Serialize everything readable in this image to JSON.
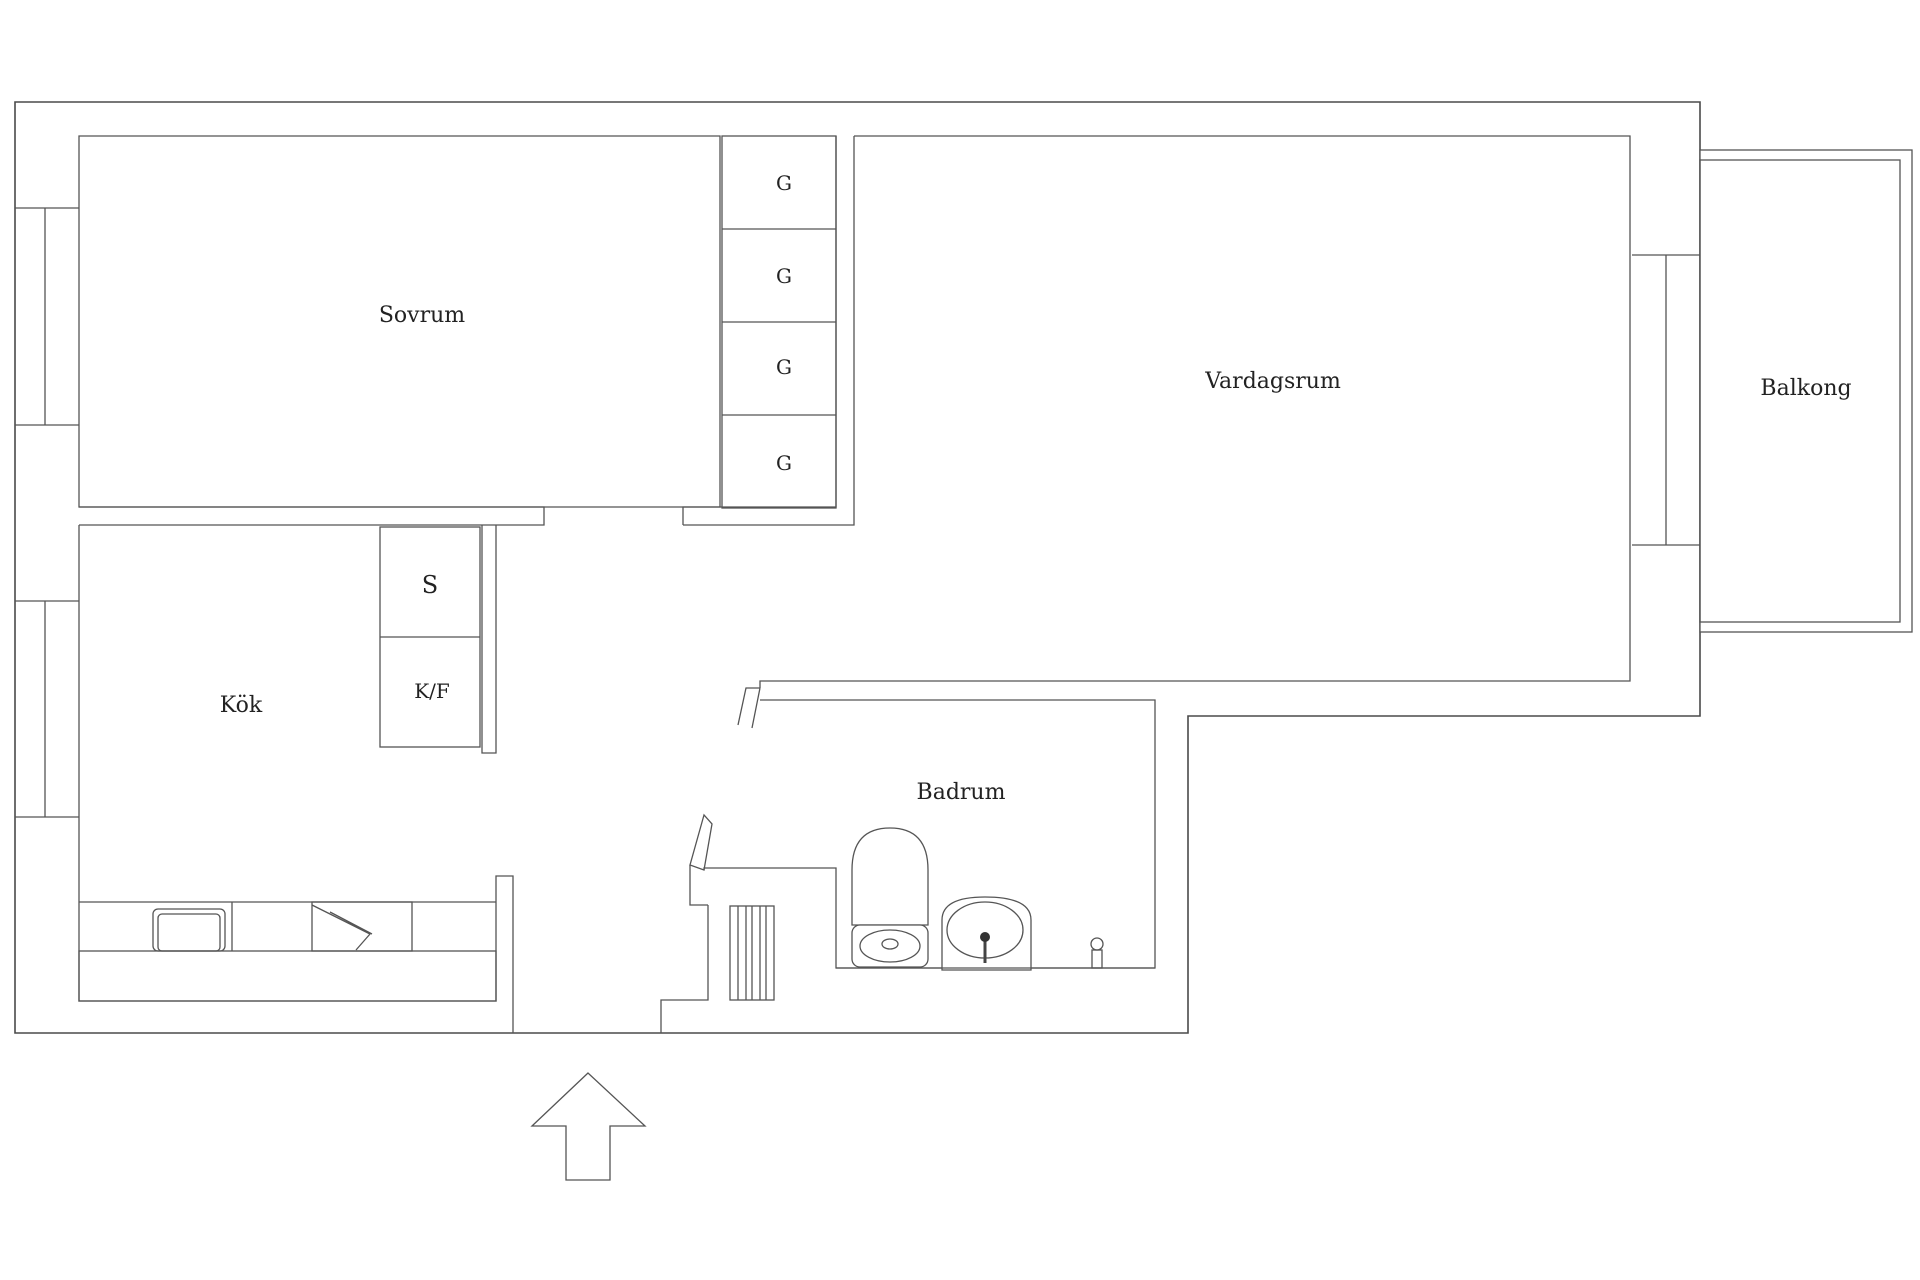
{
  "rooms": {
    "bedroom": "Sovrum",
    "living_room": "Vardagsrum",
    "balcony": "Balkong",
    "kitchen": "Kök",
    "bathroom": "Badrum"
  },
  "wardrobes": [
    "G",
    "G",
    "G",
    "G"
  ],
  "kitchen_units": {
    "storage": "S",
    "fridge_freezer": "K/F"
  },
  "icons": {
    "entrance": "entrance-arrow-icon",
    "toilet": "toilet-icon",
    "sink": "sink-icon",
    "kitchen_sink": "kitchen-sink-icon",
    "stove": "stove-icon",
    "radiator": "radiator-icon",
    "tap": "tap-icon"
  }
}
